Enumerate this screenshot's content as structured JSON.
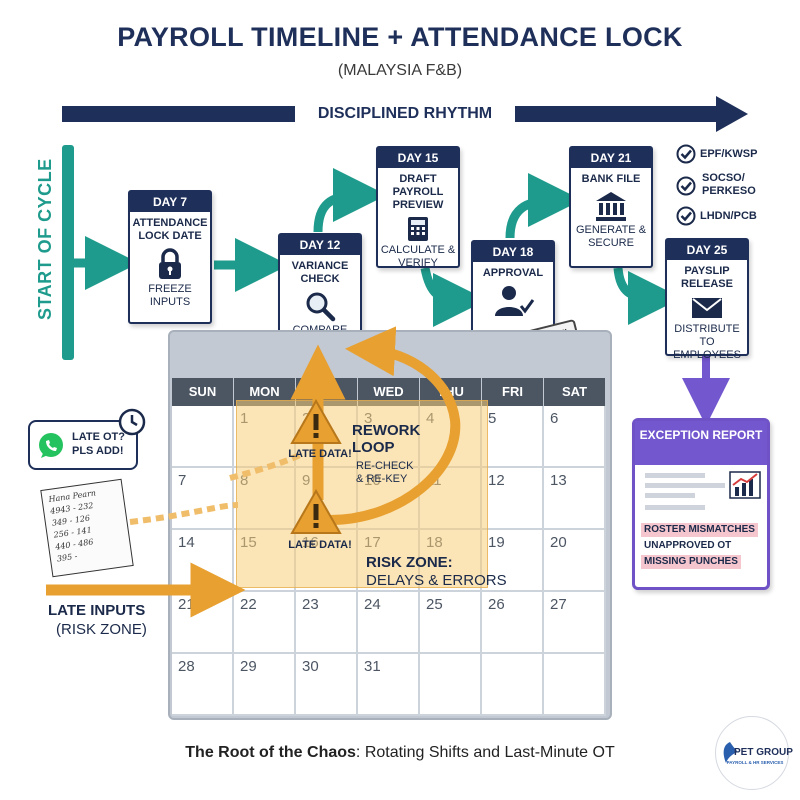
{
  "header": {
    "title": "PAYROLL TIMELINE + ATTENDANCE LOCK",
    "subtitle": "(MALAYSIA F&B)",
    "rhythm_label": "DISCIPLINED RHYTHM",
    "start_label": "START OF CYCLE"
  },
  "stages": [
    {
      "day": "DAY 7",
      "title": "ATTENDANCE LOCK DATE",
      "sub": "FREEZE INPUTS",
      "icon": "padlock-icon"
    },
    {
      "day": "DAY 12",
      "title": "VARIANCE CHECK",
      "sub": "COMPARE ROSTER/OT",
      "icon": "magnifier-icon"
    },
    {
      "day": "DAY 15",
      "title": "DRAFT PAYROLL PREVIEW",
      "sub": "CALCULATE & VERIFY",
      "icon": "calculator-icon"
    },
    {
      "day": "DAY 18",
      "title": "APPROVAL",
      "sub": "",
      "icon": "approver-user-icon",
      "stamp": "AUDIT TRAIL"
    },
    {
      "day": "DAY 21",
      "title": "BANK FILE",
      "sub": "GENERATE & SECURE",
      "icon": "bank-icon"
    },
    {
      "day": "DAY 25",
      "title": "PAYSLIP RELEASE",
      "sub": "DISTRIBUTE TO EMPLOYEES",
      "icon": "envelope-icon"
    }
  ],
  "compliance": [
    "EPF/KWSP",
    "SOCSO/ PERKESO",
    "LHDN/PCB"
  ],
  "calendar": {
    "days": [
      "SUN",
      "MON",
      "TUE",
      "WED",
      "THU",
      "FRI",
      "SAT"
    ],
    "weeks": [
      [
        "",
        "1",
        "2",
        "3",
        "4",
        "5",
        "6"
      ],
      [
        "7",
        "8",
        "9",
        "10",
        "11",
        "12",
        "13"
      ],
      [
        "14",
        "15",
        "16",
        "17",
        "18",
        "19",
        "20"
      ],
      [
        "21",
        "22",
        "23",
        "24",
        "25",
        "26",
        "27"
      ],
      [
        "28",
        "29",
        "30",
        "31",
        "",
        "",
        ""
      ]
    ]
  },
  "risk": {
    "late_data_1": "LATE DATA!",
    "late_data_2": "LATE DATA!",
    "rework_title": "REWORK LOOP",
    "rework_sub": "RE-CHECK & RE-KEY",
    "zone_title": "RISK ZONE:",
    "zone_sub": "DELAYS & ERRORS"
  },
  "late_inputs": {
    "chat": "LATE OT? PLS ADD!",
    "title": "LATE INPUTS",
    "sub": "(RISK ZONE)",
    "note_lines": [
      "Hana Pearn",
      "4943 - 232",
      "349 - 126",
      "256 - 141",
      "440 - 486",
      "395 -"
    ]
  },
  "exception": {
    "title": "EXCEPTION REPORT",
    "items": [
      "ROSTER MISMATCHES",
      "UNAPPROVED OT",
      "MISSING PUNCHES"
    ]
  },
  "footer": {
    "bold": "The Root of the Chaos",
    "rest": ": Rotating Shifts and Last-Minute OT"
  },
  "logo": {
    "name": "PET GROUP",
    "tagline": "PAYROLL & HR SERVICES"
  },
  "colors": {
    "navy": "#1e2f5a",
    "teal": "#1e9b8c",
    "orange": "#e8a030",
    "purple": "#7357cf",
    "risk_fill": "#f7cd78"
  }
}
